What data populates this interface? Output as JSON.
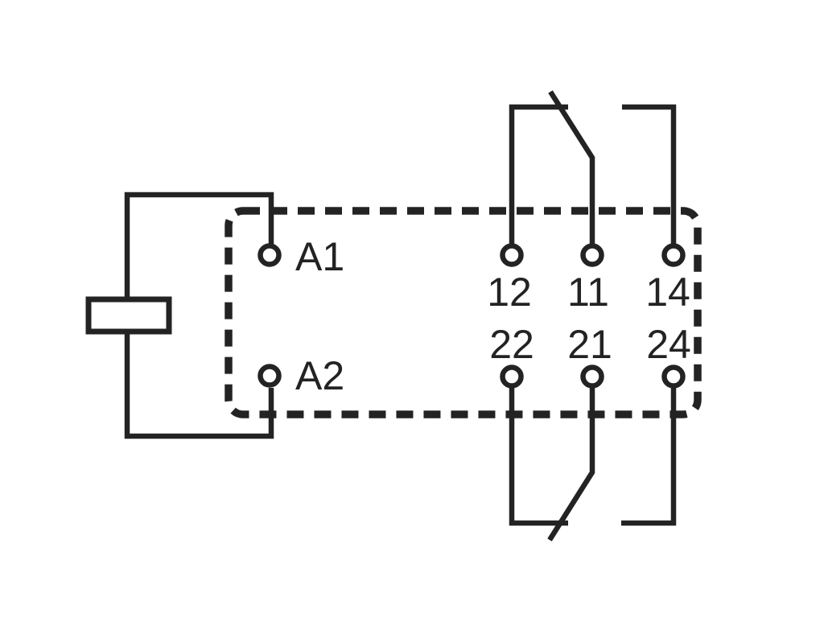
{
  "diagram": {
    "kind": "relay-wiring-schematic",
    "colors": {
      "line": "#232323",
      "background": "#ffffff"
    },
    "coil": {
      "terminals": {
        "a1": "A1",
        "a2": "A2"
      }
    },
    "contacts": {
      "top_row_labels": [
        "12",
        "11",
        "14"
      ],
      "bottom_row_labels": [
        "22",
        "21",
        "24"
      ]
    }
  }
}
